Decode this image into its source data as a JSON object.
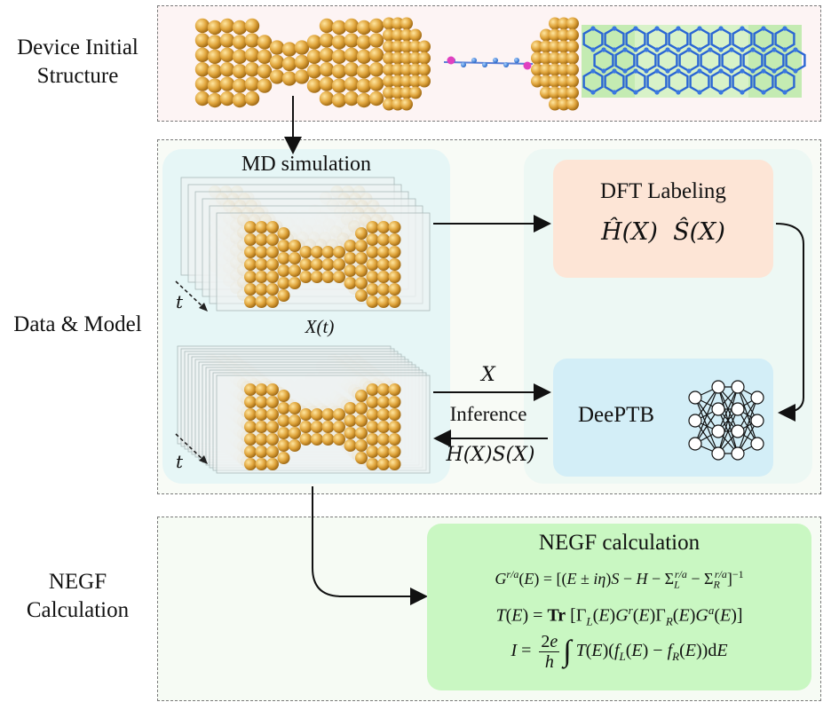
{
  "sections": {
    "device": {
      "label_line1": "Device Initial",
      "label_line2": "Structure"
    },
    "data_model": {
      "label": "Data & Model"
    },
    "negf": {
      "label_line1": "NEGF",
      "label_line2": "Calculation"
    }
  },
  "md": {
    "title": "MD simulation",
    "xt_label": "X(t)",
    "t_label": "t"
  },
  "dft": {
    "title": "DFT Labeling",
    "h_hat": "Ĥ(X)",
    "s_hat": "Ŝ(X)"
  },
  "deeptb": {
    "title": "DeePTB"
  },
  "arrows": {
    "x_label": "X",
    "inference": "Inference",
    "hs_label": "H(X)S(X)"
  },
  "negf_box": {
    "title": "NEGF calculation",
    "eq1": "G^{r/a}(E) = [(E ± iη)S − H − Σ_L^{r/a} − Σ_R^{r/a}]^{−1}",
    "eq2": "T(E) = Tr [Γ_L(E)G^r(E)Γ_R(E)G^a(E)]",
    "eq3": "I = (2e/h) ∫ T(E)(f_L(E) − f_R(E))dE"
  },
  "colors": {
    "device_bg": "#fdf4f4",
    "datamodel_bg": "#f8fbf6",
    "negf_bg": "#f6fbf4",
    "md_panel": "#e6f6f6",
    "right_panel": "#edf8f4",
    "dft_box": "#fde5d6",
    "deeptb_box": "#d3eef7",
    "negf_box": "#c9f7c2",
    "gold": "#dca23a"
  }
}
